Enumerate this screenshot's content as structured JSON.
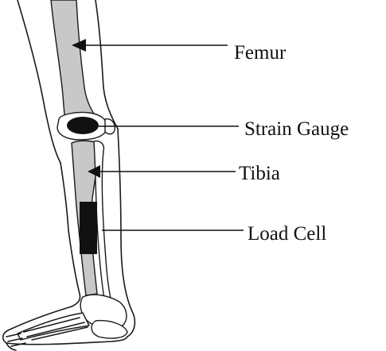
{
  "labels": {
    "femur": "Femur",
    "strain_gauge": "Strain Gauge",
    "tibia": "Tibia",
    "load_cell": "Load Cell"
  },
  "colors": {
    "bone_fill": "#c8c8c8",
    "gauge_fill": "#111111",
    "outline": "#1a1a1a",
    "background": "#ffffff"
  }
}
